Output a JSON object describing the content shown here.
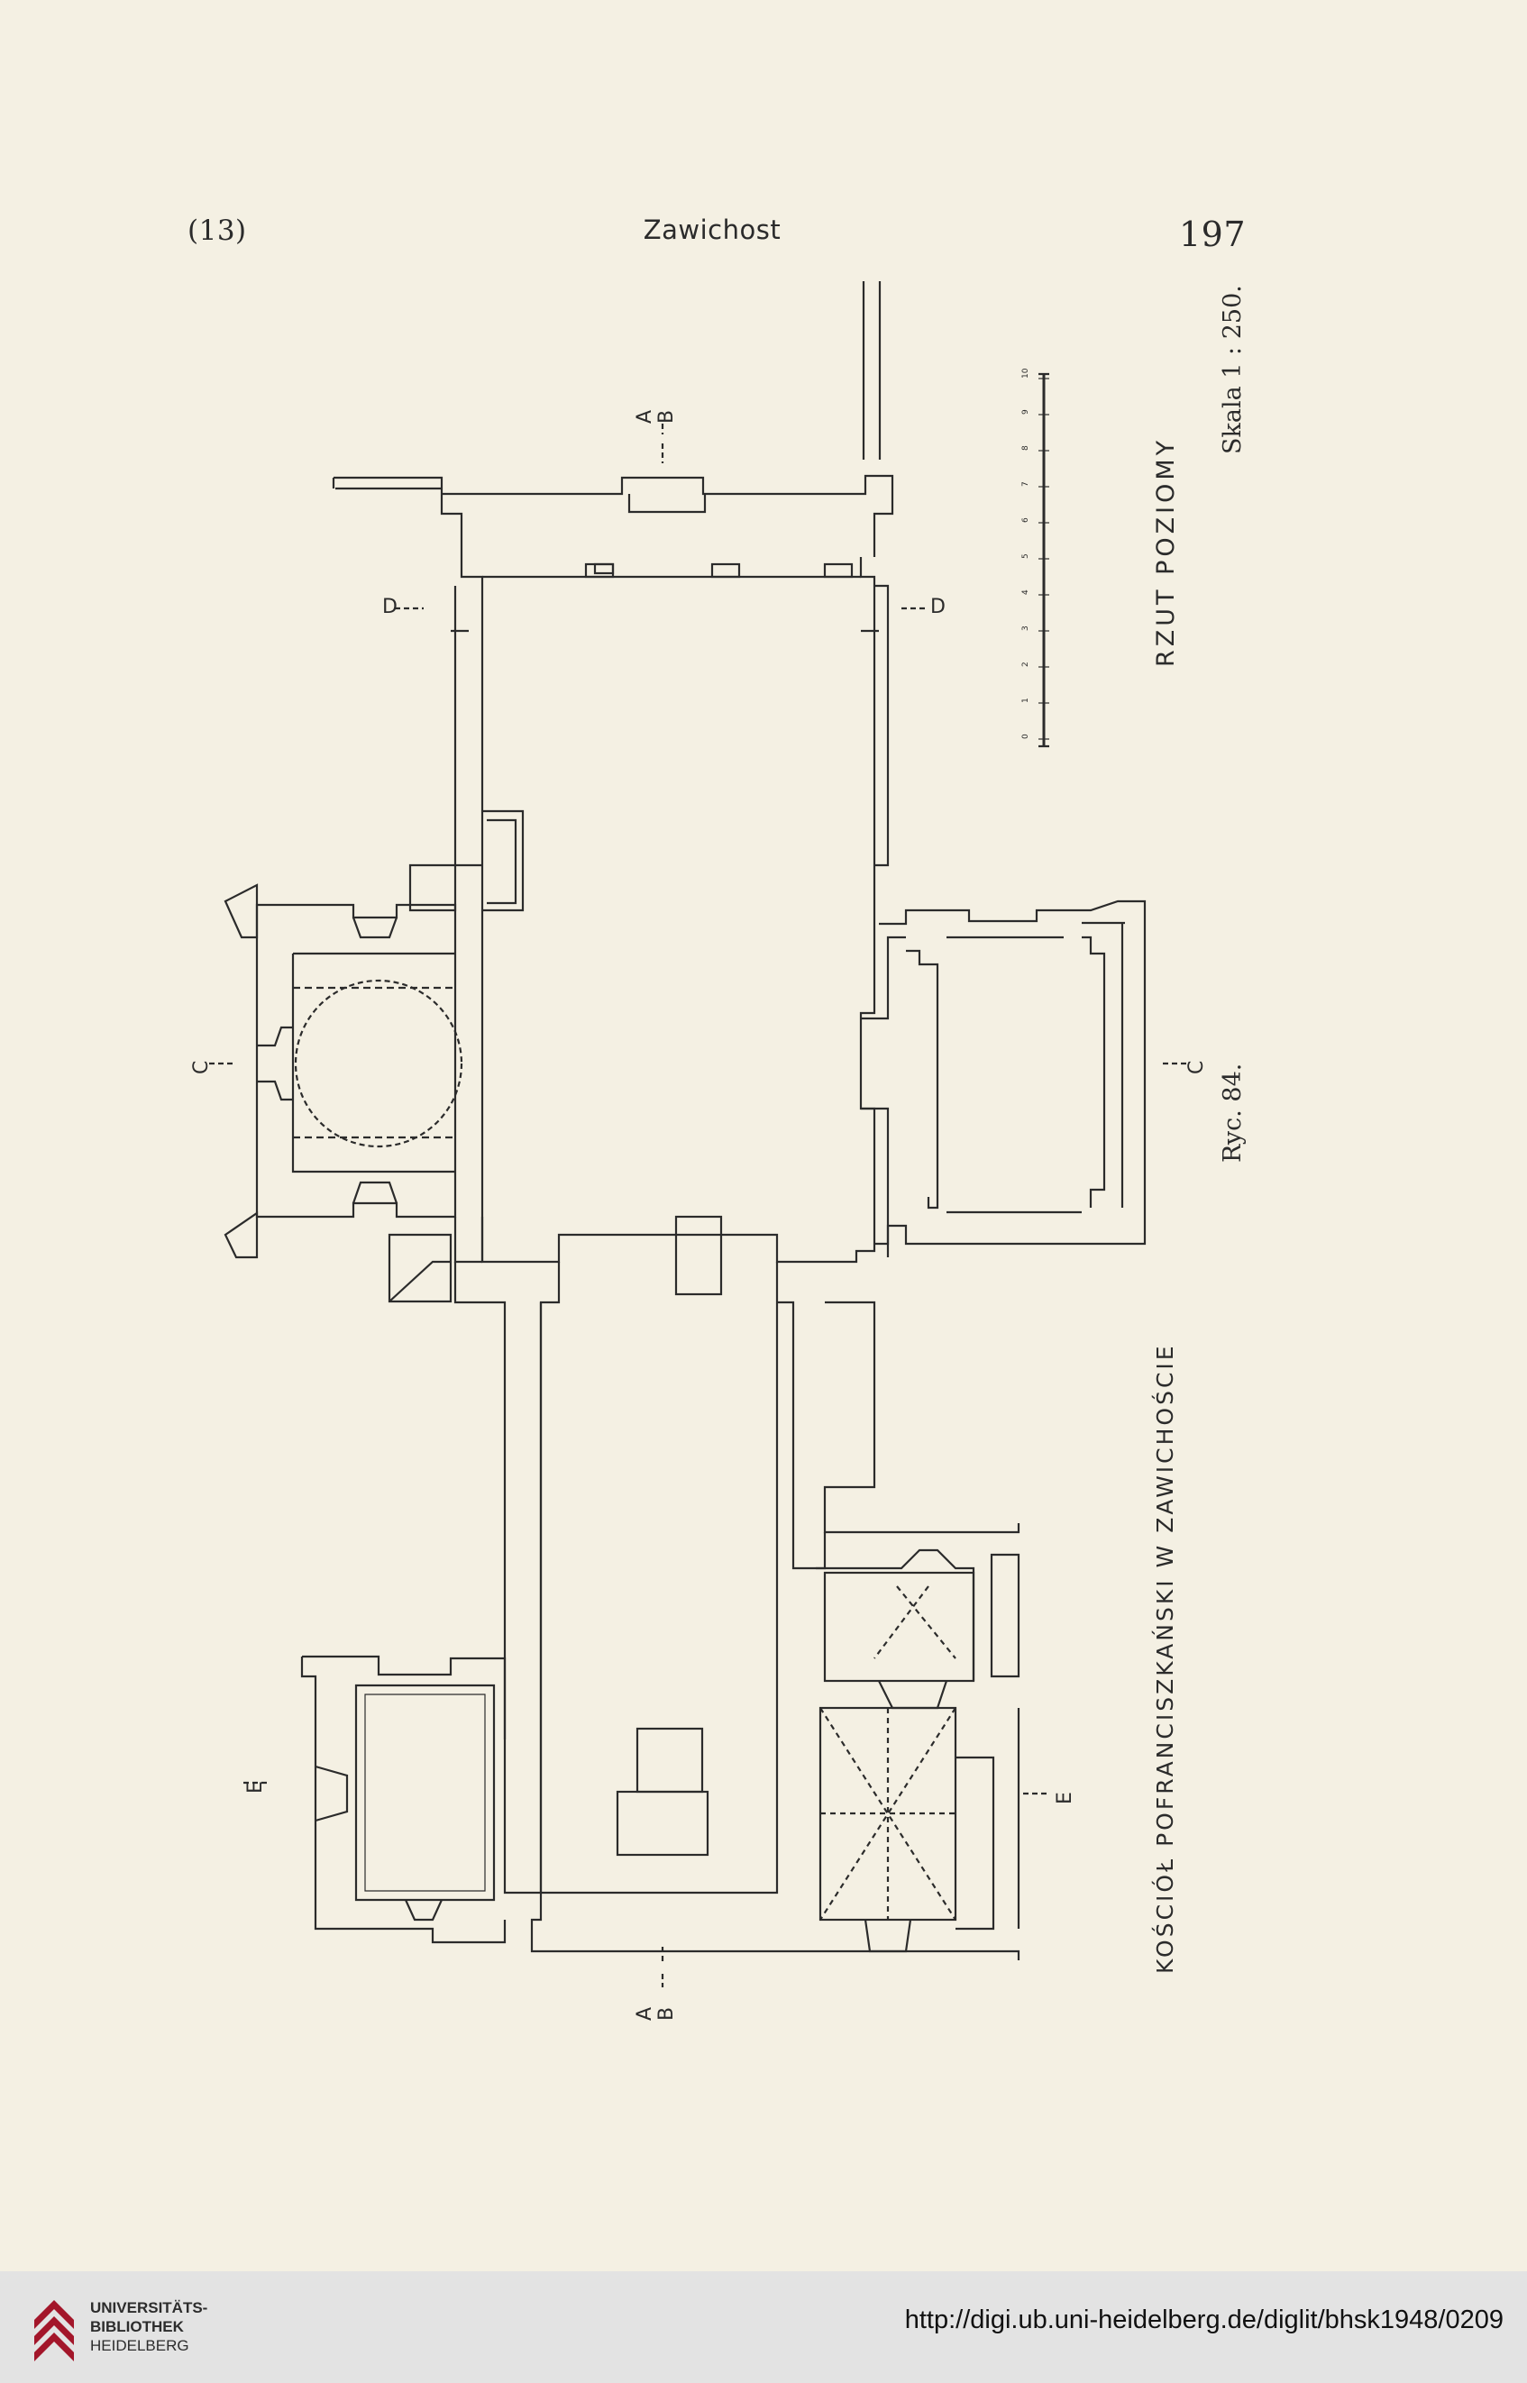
{
  "header": {
    "left": "(13)",
    "center": "Zawichost",
    "page_number": "197"
  },
  "plan": {
    "title": "RZUT POZIOMY",
    "scale": "Skala 1 : 250.",
    "figure": "Ryc. 84.",
    "caption": "KOŚCIÓŁ POFRANCISZKAŃSKI W ZAWICHOŚCIE",
    "section_labels": {
      "a_top": "A",
      "a_top_sub": "B",
      "a_bottom": "A",
      "a_bottom_sub": "B",
      "d_left": "D",
      "d_right": "D",
      "c_left": "C",
      "c_right": "C",
      "e_left": "E",
      "e_right": "E"
    },
    "scale_bar_ticks": [
      "0",
      "1",
      "2",
      "3",
      "4",
      "5",
      "6",
      "7",
      "8",
      "9",
      "10"
    ]
  },
  "footer": {
    "logo_line1": "UNIVERSITÄTS-",
    "logo_line2": "BIBLIOTHEK",
    "logo_line3": "HEIDELBERG",
    "url": "http://digi.ub.uni-heidelberg.de/diglit/bhsk1948/0209"
  },
  "colors": {
    "paper": "#f4f0e3",
    "ink": "#2b2b2b",
    "footer_bg": "#e3e3e3",
    "logo_red": "#a3162a"
  }
}
